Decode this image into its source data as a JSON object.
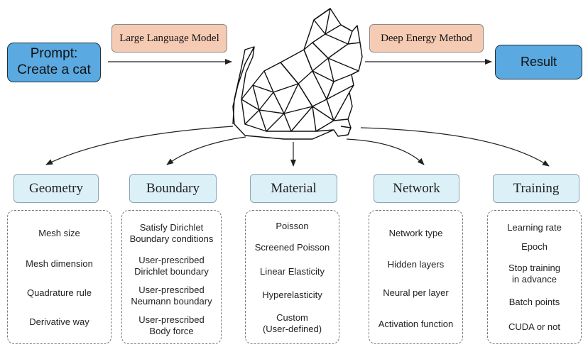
{
  "prompt": {
    "line1": "Prompt:",
    "line2": "Create a cat"
  },
  "llm_label": "Large Language Model",
  "dem_label": "Deep Energy Method",
  "result_label": "Result",
  "categories": [
    {
      "title": "Geometry",
      "items": [
        "Mesh size",
        "Mesh dimension",
        "Quadrature rule",
        "Derivative way"
      ]
    },
    {
      "title": "Boundary",
      "items": [
        "Satisfy Dirichlet\nBoundary conditions",
        "User-prescribed\nDirichlet boundary",
        "User-prescribed\nNeumann boundary",
        "User-prescribed\nBody force"
      ]
    },
    {
      "title": "Material",
      "items": [
        "Poisson",
        "Screened Poisson",
        "Linear Elasticity",
        "Hyperelasticity",
        "Custom\n(User-defined)"
      ]
    },
    {
      "title": "Network",
      "items": [
        "Network type",
        "Hidden layers",
        "Neural per layer",
        "Activation function"
      ]
    },
    {
      "title": "Training",
      "items": [
        "Learning rate",
        "Epoch",
        "Stop training\nin advance",
        "Batch points",
        "CUDA or not"
      ]
    }
  ]
}
